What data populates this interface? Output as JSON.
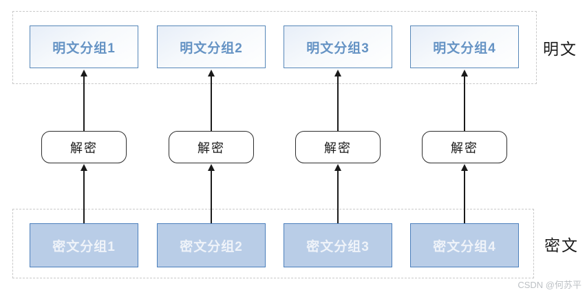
{
  "diagram": {
    "plain_group_label": "明文",
    "cipher_group_label": "密文",
    "decrypt_label": "解密",
    "columns": [
      {
        "plain": "明文分组1",
        "cipher": "密文分组1"
      },
      {
        "plain": "明文分组2",
        "cipher": "密文分组2"
      },
      {
        "plain": "明文分组3",
        "cipher": "密文分组3"
      },
      {
        "plain": "明文分组4",
        "cipher": "密文分组4"
      }
    ],
    "colors": {
      "plain_box_border": "#5586b8",
      "plain_box_text": "#6593c4",
      "cipher_box_fill": "#b9cde7",
      "cipher_box_border": "#4a7ebb",
      "cipher_box_text": "#eff3f9",
      "arrow": "#1a1a1a",
      "dashed_border": "#c8c8c8"
    },
    "watermark": "CSDN @何苏平"
  }
}
